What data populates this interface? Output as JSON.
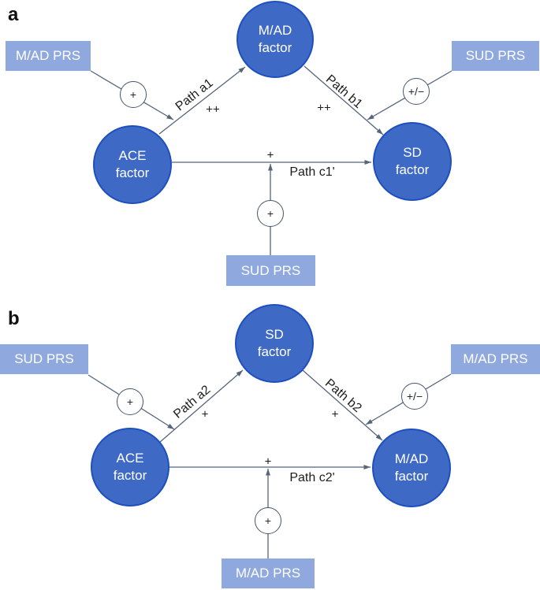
{
  "colors": {
    "circle_fill": "#3e69c5",
    "circle_stroke": "#1d4fc0",
    "rect_fill": "#8fa9de",
    "line": "#55657a",
    "mod_stroke": "#46566b",
    "text_dark": "#1c1c1c",
    "node_text": "#ffffff"
  },
  "panels": [
    {
      "label": "a",
      "nodes": {
        "top_circle": "M/AD\nfactor",
        "left_circle": "ACE\nfactor",
        "right_circle": "SD\nfactor",
        "left_prs": "M/AD PRS",
        "right_prs": "SUD PRS",
        "bottom_prs": "SUD PRS"
      },
      "moderators": {
        "left_sign": "+",
        "right_sign": "+/−",
        "bottom_sign": "+"
      },
      "paths": {
        "a_label": "Path a1",
        "a_sign": "++",
        "b_label": "Path b1",
        "b_sign": "++",
        "c_label": "Path c1'",
        "c_sign": "+"
      }
    },
    {
      "label": "b",
      "nodes": {
        "top_circle": "SD\nfactor",
        "left_circle": "ACE\nfactor",
        "right_circle": "M/AD\nfactor",
        "left_prs": "SUD PRS",
        "right_prs": "M/AD PRS",
        "bottom_prs": "M/AD PRS"
      },
      "moderators": {
        "left_sign": "+",
        "right_sign": "+/−",
        "bottom_sign": "+"
      },
      "paths": {
        "a_label": "Path a2",
        "a_sign": "+",
        "b_label": "Path b2",
        "b_sign": "+",
        "c_label": "Path c2'",
        "c_sign": "+"
      }
    }
  ]
}
